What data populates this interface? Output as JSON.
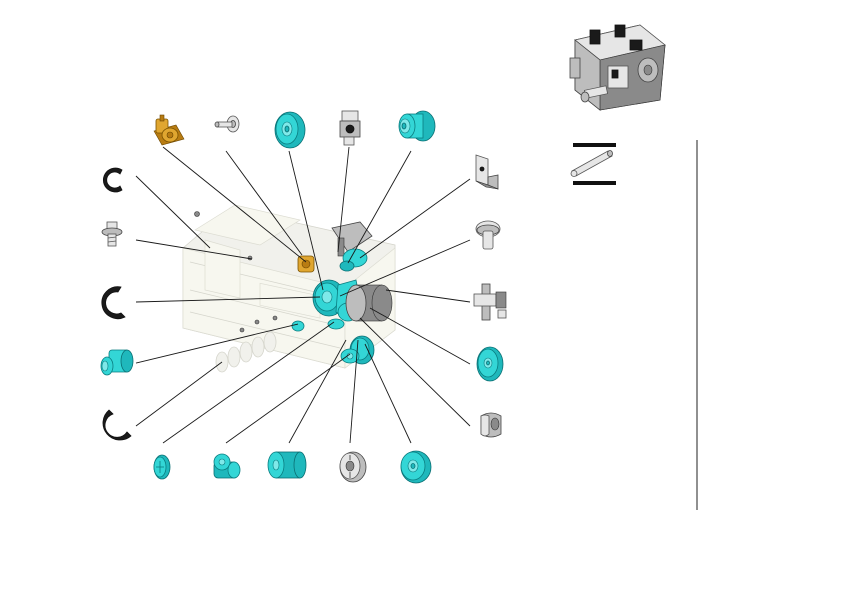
{
  "figure": {
    "background": "#ffffff",
    "colors": {
      "highlight_part": "#33d6d6",
      "brass_part": "#e0a630",
      "plain_part": "#d0d0d0",
      "leader_line": "#1a1a1a"
    },
    "parts": [
      {
        "id": "p1",
        "icon": "brass-spring-clip-icon"
      },
      {
        "id": "p2",
        "icon": "pin-icon"
      },
      {
        "id": "p3",
        "icon": "cyan-pulley-icon"
      },
      {
        "id": "p4",
        "icon": "bracket-icon"
      },
      {
        "id": "p5",
        "icon": "cyan-stepped-pulley-icon"
      },
      {
        "id": "p6",
        "icon": "e-ring-icon"
      },
      {
        "id": "p7",
        "icon": "flanged-bolt-icon"
      },
      {
        "id": "p8",
        "icon": "large-e-ring-icon"
      },
      {
        "id": "p9",
        "icon": "cyan-flanged-bushing-icon"
      },
      {
        "id": "p10",
        "icon": "c-ring-icon"
      },
      {
        "id": "p11",
        "icon": "cyan-small-gear-icon"
      },
      {
        "id": "p12",
        "icon": "cyan-cam-gear-icon"
      },
      {
        "id": "p13",
        "icon": "cyan-cylinder-roller-icon"
      },
      {
        "id": "p14",
        "icon": "grey-hub-icon"
      },
      {
        "id": "p15",
        "icon": "cyan-gear-wheel-icon"
      },
      {
        "id": "p16",
        "icon": "sheet-metal-bracket-icon"
      },
      {
        "id": "p17",
        "icon": "mushroom-cap-icon"
      },
      {
        "id": "p18",
        "icon": "clamp-bracket-icon"
      },
      {
        "id": "p19",
        "icon": "cyan-drive-wheel-icon"
      },
      {
        "id": "p20",
        "icon": "end-cap-icon"
      }
    ],
    "thumbnail": {
      "icon": "assembled-unit-icon"
    },
    "legend_symbol": {
      "icon": "shaft-rod-icon"
    }
  }
}
